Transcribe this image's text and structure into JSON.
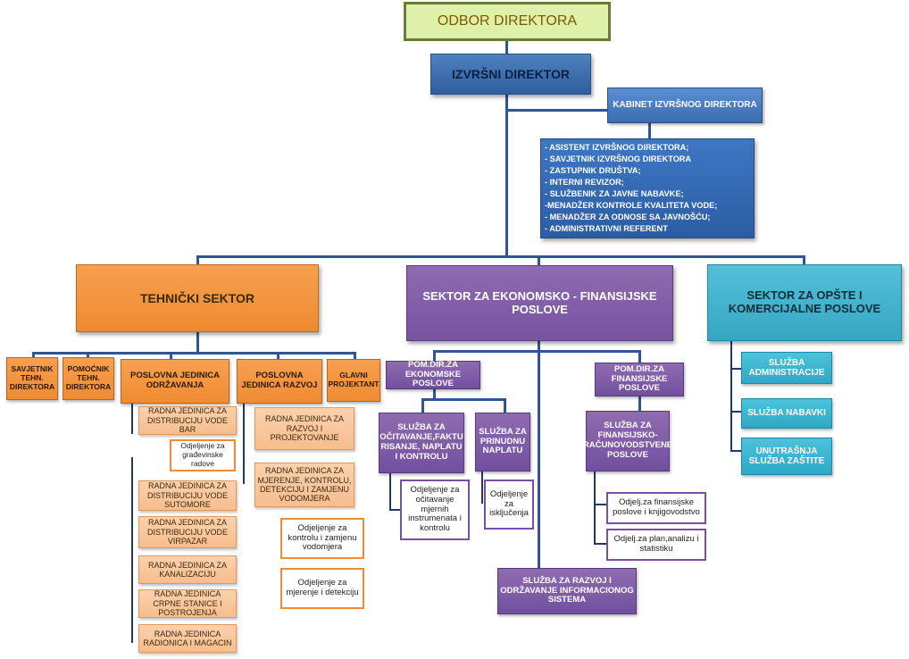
{
  "board": "ODBOR DIREKTORA",
  "executive": "IZVRŠNI DIREKTOR",
  "cabinet": "KABINET  IZVRŠNOG DIREKTORA",
  "cabinet_list": [
    "- ASISTENT IZVRŠNOG DIREKTORA;",
    "- SAVJETNIK  IZVRŠNOG DIREKTORA",
    "- ZASTUPNIK DRUŠTVA;",
    "- INTERNI REVIZOR;",
    "- SLUŽBENIK ZA JAVNE NABAVKE;",
    " -MENADŽER KONTROLE KVALITETA VODE;",
    "- MENADŽER ZA ODNOSE SA JAVNOŠĆU;",
    "- ADMINISTRATIVNI  REFERENT"
  ],
  "technical": {
    "title": "TEHNIČKI SEKTOR",
    "advisor": "SAVJETNIK TEHN. DIREKTORA",
    "assistant": "POMOĆNIK TEHN. DIREKTORA",
    "maintenance": "POSLOVNA JEDINICA ODRŽAVANJA",
    "development": "POSLOVNA JEDINICA RAZVOJ",
    "chief_designer": "GLAVNI PROJEKTANT",
    "maint_units": [
      "RADNA JEDINICA ZA DISTRIBUCIJU VODE BAR",
      "RADNA JEDINICA ZA DISTRIBUCIJU VODE SUTOMORE",
      "RADNA JEDINICA ZA DISTRIBUCIJU VODE VIRPAZAR",
      "RADNA JEDINICA ZA KANALIZACIJU",
      "RADNA JEDINICA CRPNE STANICE I POSTROJENJA",
      "RADNA JEDINICA RADIONICA I MAGACIN"
    ],
    "construction_dept": "Odjeljenje za građevinske radove",
    "dev_units": [
      "RADNA JEDINICA ZA RAZVOJ I PROJEKTOVANJE",
      "RADNA JEDINICA ZA MJERENJE, KONTROLU, DETEKCIJU I ZAMJENU VODOMJERA"
    ],
    "meter_dept_1": "Odjeljenje za kontrolu i zamjenu vodomjera",
    "meter_dept_2": "Odjeljenje za mjerenje i detekciju"
  },
  "economic": {
    "title": "SEKTOR ZA EKONOMSKO  - FINANSIJSKE POSLOVE",
    "asst_econ": "POM.DIR.ZA EKONOMSKE POSLOVE",
    "asst_fin": "POM.DIR.ZA FINANSIJSKE POSLOVE",
    "reading": "SLUŽBA ZA OČITAVANJE,FAKTU RISANJE, NAPLATU I KONTROLU",
    "reading_dept": "Odjeljenje za očitavanje mjernih instrumenata i kontrolu",
    "forced": "SLUŽBA ZA PRINUDNU NAPLATU",
    "forced_dept": "Odjeljenje za isključenja",
    "accounting": "SLUŽBA ZA FINANSIJSKO-RAČUNOVODSTVENE POSLOVE",
    "acc_dept_1": "Odjelj.za finansijske poslove i knjigovodstvo",
    "acc_dept_2": "Odjelj.za plan,analizu i statistiku",
    "it": "SLUŽBA ZA RAZVOJ I ODRŽAVANJE INFORMACIONOG SISTEMA"
  },
  "general": {
    "title": "SEKTOR ZA OPŠTE  I KOMERCIJALNE POSLOVE",
    "admin": "SLUŽBA ADMINISTRACIJE",
    "procurement": "SLUŽBA NABAVKI",
    "security": "UNUTRAŠNJA SLUŽBA ZAŠTITE"
  },
  "colors": {
    "connector": "#2f5597",
    "technical": "#f39443",
    "economic": "#8460a8",
    "general": "#40b1cc",
    "executive": "#3f70b0"
  }
}
